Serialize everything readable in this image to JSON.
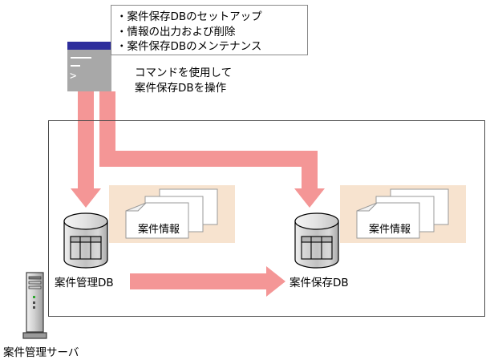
{
  "callout": {
    "items": [
      "・案件保存DBのセットアップ",
      "・情報の出力および削除",
      "・案件保存DBのメンテナンス"
    ]
  },
  "terminal": {
    "prompt": ">",
    "titlebar_color": "#2e2e9c",
    "body_color": "#a8a8a8"
  },
  "command_caption": {
    "lines": [
      "コマンドを使用して",
      "案件保存DBを操作"
    ]
  },
  "nodes": {
    "db_left": {
      "label": "案件管理DB"
    },
    "db_right": {
      "label": "案件保存DB"
    },
    "info_left": {
      "label": "案件情報"
    },
    "info_right": {
      "label": "案件情報"
    },
    "server": {
      "label": "案件管理サーバ"
    }
  },
  "colors": {
    "arrow": "#f49696",
    "panel": "#f7e3cf",
    "frame": "#4a4a4a",
    "titlebar": "#2e2e9c",
    "server_led": "#2ea82e"
  }
}
